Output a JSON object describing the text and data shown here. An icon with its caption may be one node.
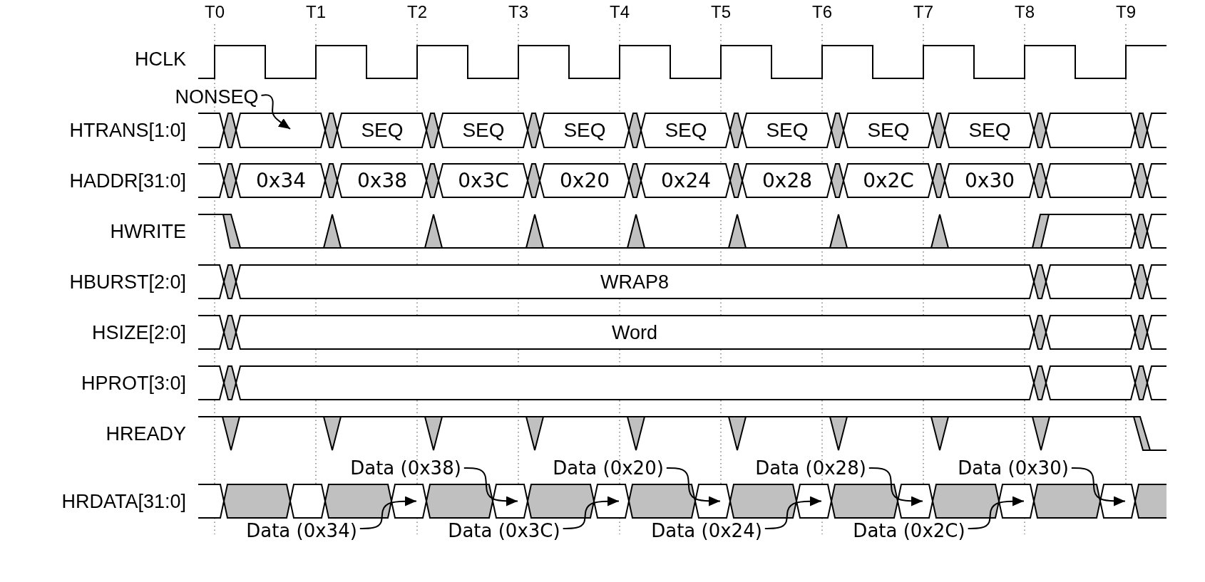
{
  "diagram": {
    "nodes": [
      {
        "text": [
          "NONSEQ"
        ]
      },
      {
        "text": [
          "Data (0x38)"
        ]
      },
      {
        "text": [
          "Data (0x20)"
        ]
      },
      {
        "text": [
          "Data (0x28)"
        ]
      },
      {
        "text": [
          "Data (0x30)"
        ]
      },
      {
        "text": [],
        "shape": "bar"
      },
      {
        "text": [],
        "shape": "bar"
      },
      {
        "text": [],
        "shape": "bar"
      },
      {
        "text": [],
        "shape": "bar"
      },
      {
        "text": [],
        "shape": "bar"
      },
      {
        "text": [],
        "shape": "bar"
      },
      {
        "text": [],
        "shape": "bar"
      },
      {
        "text": [],
        "shape": "bar"
      },
      {
        "text": [],
        "shape": "bar"
      },
      {
        "text": [],
        "shape": "bar"
      },
      {
        "text": [],
        "shape": "bar"
      },
      {
        "text": [],
        "shape": "bar"
      },
      {
        "text": [],
        "shape": "bar"
      },
      {
        "text": [],
        "shape": "bar"
      },
      {
        "text": [],
        "shape": "bar"
      },
      {
        "text": [],
        "shape": "bar"
      },
      {
        "text": [],
        "shape": "bar"
      },
      {
        "text": [],
        "shape": "bar"
      },
      {
        "text": [],
        "shape": "bar"
      },
      {
        "text": [],
        "shape": "bar"
      },
      {
        "text": [
          "Data (0x34)"
        ]
      },
      {
        "text": [
          "Data (0x3C)"
        ]
      },
      {
        "text": [
          "Data (0x24)"
        ]
      },
      {
        "text": [
          "Data (0x2C)"
        ]
      }
    ],
    "edges": [
      {
        "from": 0,
        "to": null,
        "arrow": "to"
      },
      {
        "from": 1,
        "to": 11,
        "arrow": "to"
      },
      {
        "from": 2,
        "to": 15,
        "arrow": "to"
      },
      {
        "from": 3,
        "to": 19,
        "arrow": "to"
      },
      {
        "from": 4,
        "to": 23,
        "arrow": "to"
      },
      {
        "from": 25,
        "to": 9,
        "arrow": "to"
      },
      {
        "from": 26,
        "to": 13,
        "arrow": "to"
      },
      {
        "from": 27,
        "to": 17,
        "arrow": "to"
      },
      {
        "from": 28,
        "to": 21,
        "arrow": "to"
      }
    ],
    "labels": [
      "T0",
      "T1",
      "T2",
      "T3",
      "T4",
      "T5",
      "T6",
      "T7",
      "T8",
      "T9",
      "HCLK",
      "HTRANS[1:0]",
      "SEQ",
      "SEQ",
      "SEQ",
      "SEQ",
      "SEQ",
      "SEQ",
      "SEQ",
      "HADDR[31:0]",
      "0x34",
      "0x38",
      "0x3C",
      "0x20",
      "0x24",
      "0x28",
      "0x2C",
      "0x30",
      "HWRITE",
      "HBURST[2:0]",
      "WRAP8",
      "HSIZE[2:0]",
      "Word",
      "HPROT[3:0]",
      "HREADY",
      "HRDATA[31:0]"
    ]
  }
}
